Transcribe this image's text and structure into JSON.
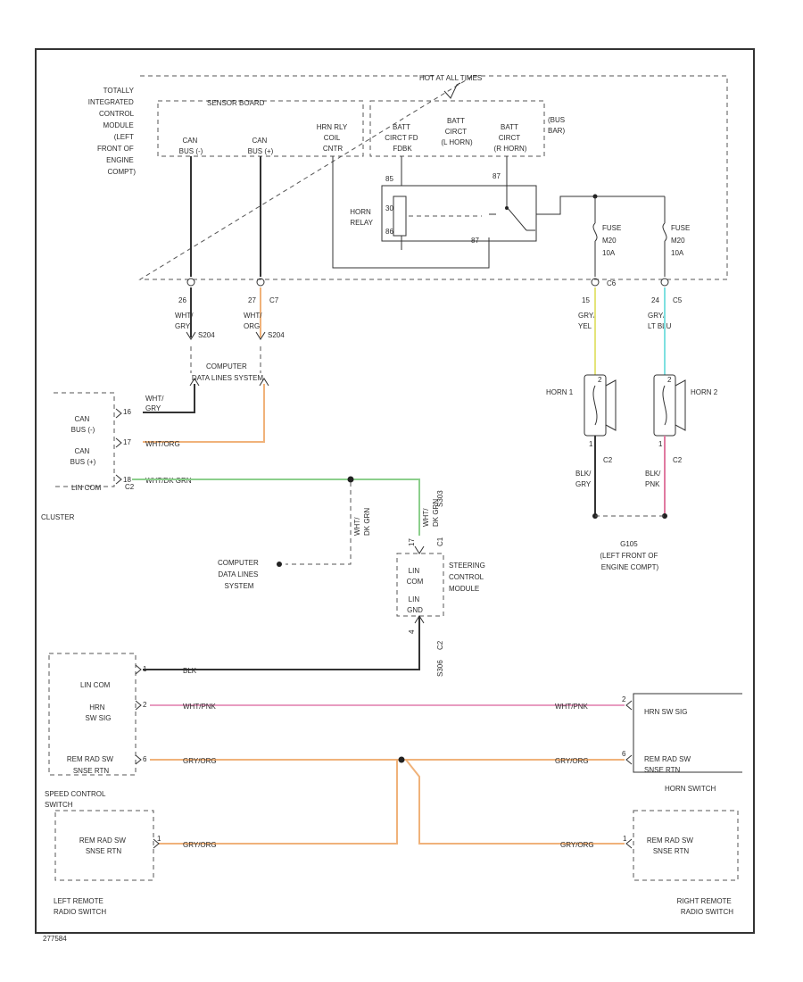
{
  "colors": {
    "wire_black": "#333333",
    "wire_orange": "#f0b27a",
    "wire_green": "#8ccf8c",
    "wire_pink": "#e89cc0",
    "wire_yellow": "#e4e47a",
    "wire_cyan": "#7ee0e0",
    "wire_pink_ground": "#e07aa0"
  },
  "tipm": {
    "label_lines": [
      "TOTALLY",
      "INTEGRATED",
      "CONTROL",
      "MODULE",
      "(LEFT",
      "FRONT OF",
      "ENGINE",
      "COMPT)"
    ],
    "sensor_board": "SENSOR BOARD",
    "hot_at_all_times": "HOT AT ALL TIMES",
    "bus_bar": [
      "(BUS",
      "BAR)"
    ],
    "can_low": [
      "CAN",
      "BUS (-)"
    ],
    "can_high": [
      "CAN",
      "BUS (+)"
    ],
    "horn_relay_coil": [
      "HRN RLY",
      "COIL",
      "CNTR"
    ],
    "batt_fdbk": [
      "BATT",
      "CIRCT FD",
      "FDBK"
    ],
    "batt_lf_horn": [
      "BATT",
      "CIRCT",
      "(L HORN)"
    ],
    "batt_rf_horn": [
      "BATT",
      "CIRCT",
      "(R HORN)"
    ],
    "horn_relay": [
      "HORN",
      "RELAY"
    ],
    "fuse_left": [
      "FUSE",
      "M20",
      "10A"
    ],
    "fuse_right": [
      "FUSE",
      "M20",
      "10A"
    ],
    "relay_pins": [
      "85",
      "86",
      "30",
      "87",
      "87"
    ],
    "conn_id": "C6",
    "can_low_pin": "26",
    "can_high_pin": "27",
    "can_high_conn": "C7",
    "can_low_wire": [
      "WHT/",
      "GRY"
    ],
    "can_high_wire": [
      "WHT/",
      "ORG"
    ],
    "splice_a": "S204",
    "splice_b": "S204",
    "horn1_pin": "15",
    "horn2_pin": "24",
    "horn2_conn": "C5",
    "horn1_wire": [
      "GRY/",
      "YEL"
    ],
    "horn2_wire": [
      "GRY/",
      "LT BLU"
    ]
  },
  "computer_data_lines_top": [
    "COMPUTER",
    "DATA LINES SYSTEM"
  ],
  "computer_data_lines_mid": [
    "COMPUTER",
    "DATA LINES",
    "SYSTEM"
  ],
  "cluster": {
    "label": "CLUSTER",
    "pins": [
      "16",
      "17",
      "18"
    ],
    "rows": [
      [
        "CAN",
        "BUS (-)"
      ],
      [
        "CAN",
        "BUS (+)"
      ],
      [
        "LIN COM"
      ]
    ],
    "wires": [
      "WHT/",
      "GRY",
      "WHT/ORG",
      "WHT/DK GRN"
    ],
    "conn": "C2"
  },
  "horns": {
    "horn1": "HORN 1",
    "horn2": "HORN 2",
    "pin_top": "2",
    "pin_bottom": "1",
    "conn": "C2",
    "horn1_gnd_wire": [
      "BLK/",
      "GRY"
    ],
    "horn2_gnd_wire": [
      "BLK/",
      "PNK"
    ],
    "ground_id": "G105",
    "ground_loc": [
      "(LEFT FRONT OF",
      "ENGINE COMPT)"
    ]
  },
  "scm": {
    "label": [
      "STEERING",
      "CONTROL",
      "MODULE"
    ],
    "lin_com": [
      "LIN",
      "COM"
    ],
    "lin_gnd": [
      "LIN",
      "GND"
    ],
    "wire_top": [
      "WHT/",
      "DK GRN"
    ],
    "splice_top": "S303",
    "pin_top": "C1",
    "pin_top_num": "17",
    "pin_bottom": "C2",
    "pin_bottom_num": "4",
    "splice_bottom": "S306",
    "mid_wire": [
      "WHT/",
      "DK GRN"
    ]
  },
  "speed_switch": {
    "label": [
      "SPEED CONTROL",
      "SWITCH"
    ],
    "rows": [
      "LIN COM",
      "HRN SW SIG",
      "REM RAD SW",
      "SNSE RTN"
    ],
    "row_labels": [
      [
        "LIN COM"
      ],
      [
        "HRN",
        "SW SIG"
      ],
      [
        "REM RAD SW",
        "SNSE RTN"
      ]
    ],
    "pins": [
      "1",
      "2",
      "6"
    ],
    "wires": [
      "BLK",
      "WHT/PNK",
      "GRY/ORG"
    ]
  },
  "horn_switch": {
    "label": "HORN SWITCH",
    "rows": [
      [
        "HRN SW SIG"
      ],
      [
        "REM RAD SW",
        "SNSE RTN"
      ]
    ],
    "pins": [
      "2",
      "6"
    ],
    "wires": [
      "WHT/PNK",
      "GRY/ORG"
    ]
  },
  "left_remote": {
    "label": [
      "LEFT REMOTE",
      "RADIO SWITCH"
    ],
    "row": [
      "REM RAD SW",
      "SNSE RTN"
    ],
    "pin": "1",
    "wire": "GRY/ORG"
  },
  "right_remote": {
    "label": [
      "RIGHT REMOTE",
      "RADIO SWITCH"
    ],
    "row": [
      "REM RAD SW",
      "SNSE RTN"
    ],
    "pin": "1",
    "wire": "GRY/ORG"
  },
  "page_code": "277584"
}
